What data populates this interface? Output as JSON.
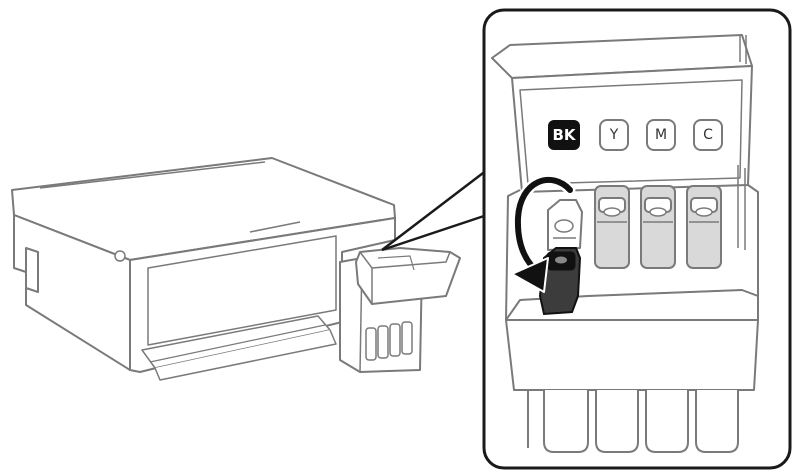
{
  "illustration": {
    "ink_labels": [
      "BK",
      "Y",
      "M",
      "C"
    ]
  },
  "colors": {
    "outline": "#7a7a7a",
    "fill": "#ffffff",
    "shade": "#d9d9d9",
    "black": "#111111",
    "dark": "#3c3c3c",
    "frame": "#1a1a1a"
  }
}
